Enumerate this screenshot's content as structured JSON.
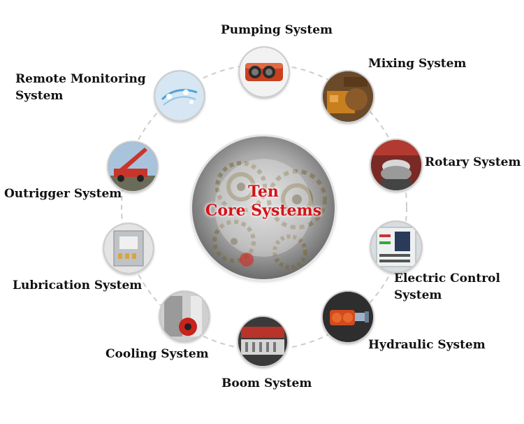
{
  "center": {
    "line1": "Ten",
    "line2": "Core Systems"
  },
  "systems": {
    "pumping": "Pumping System",
    "mixing": "Mixing System",
    "rotary": "Rotary System",
    "electric_1": "Electric Control",
    "electric_2": "System",
    "hydraulic": "Hydraulic System",
    "boom": "Boom System",
    "cooling": "Cooling System",
    "lubrication": "Lubrication System",
    "outrigger": "Outrigger System",
    "remote_1": "Remote Monitoring",
    "remote_2": "System"
  },
  "colors": {
    "title_red": "#d4131a",
    "label_text": "#111111",
    "ring_dash": "#cccccc"
  }
}
